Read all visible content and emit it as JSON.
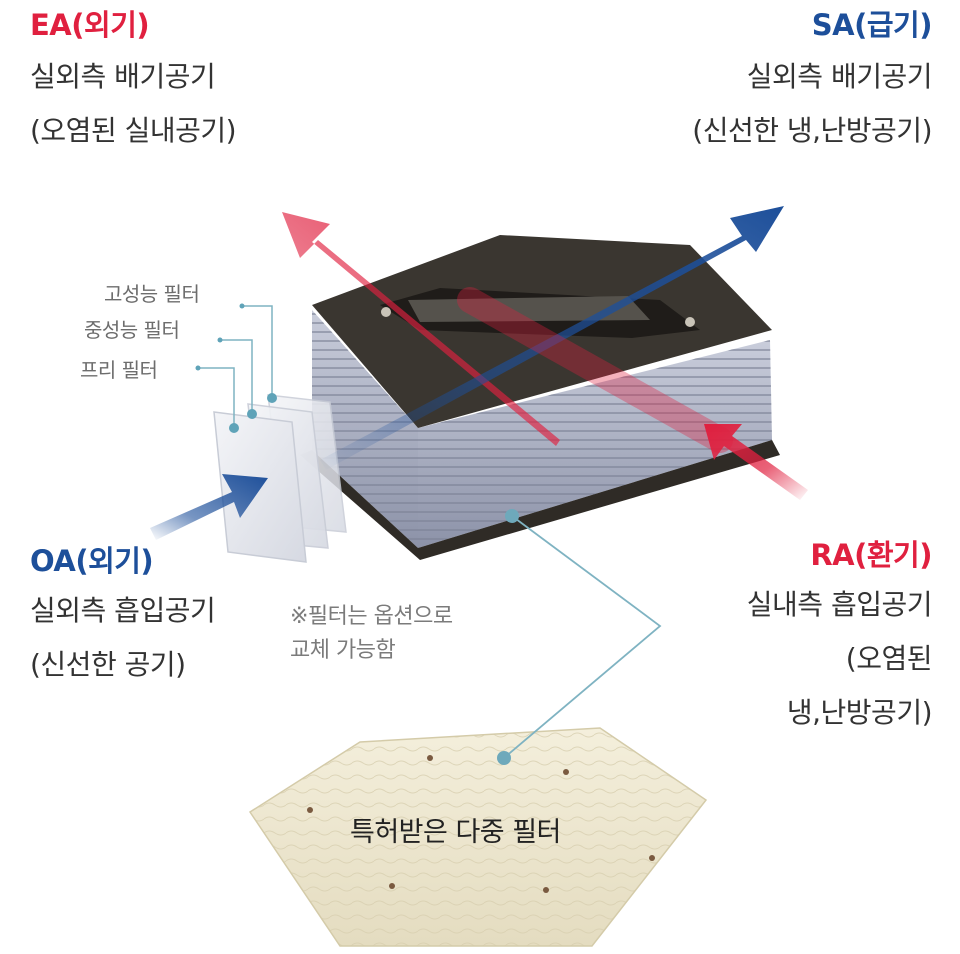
{
  "labels": {
    "ea": {
      "title": "EA(외기)",
      "line1": "실외측 배기공기",
      "line2": "(오염된 실내공기)"
    },
    "sa": {
      "title": "SA(급기)",
      "line1": "실외측 배기공기",
      "line2": "(신선한 냉,난방공기)"
    },
    "oa": {
      "title": "OA(외기)",
      "line1": "실외측 흡입공기",
      "line2": "(신선한 공기)"
    },
    "ra": {
      "title": "RA(환기)",
      "line1": "실내측 흡입공기",
      "line2": "(오염된",
      "line3": "냉,난방공기)"
    }
  },
  "filters": {
    "high": "고성능 필터",
    "medium": "중성능 필터",
    "pre": "프리 필터"
  },
  "note": {
    "line1": "※필터는 옵션으로",
    "line2": "교체 가능함"
  },
  "patent_label": "특허받은 다중 필터",
  "colors": {
    "red": "#e0203f",
    "blue": "#1d4f9a",
    "unit_top": "#3a3630",
    "fins": "#aeb4c8",
    "patent_sheet": "#efe9d2"
  }
}
